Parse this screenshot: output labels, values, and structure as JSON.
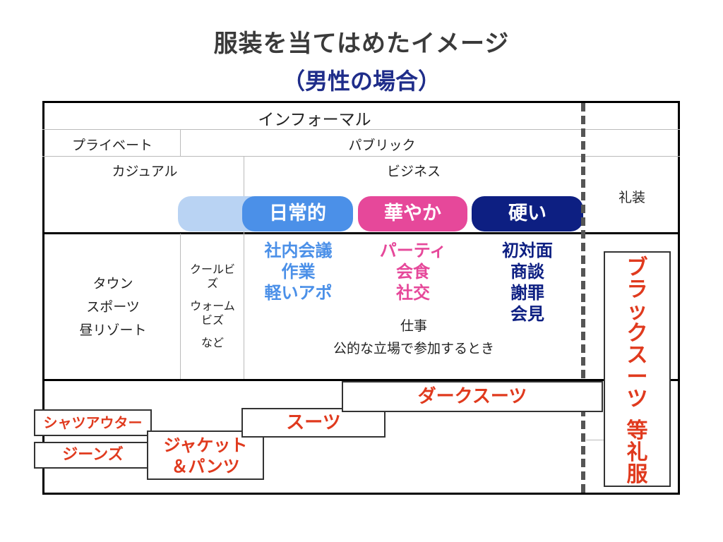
{
  "title": {
    "line1": "服装を当てはめたイメージ",
    "line2": "（男性の場合）"
  },
  "header": {
    "informal": "インフォーマル",
    "private": "プライベート",
    "public": "パブリック",
    "casual": "カジュアル",
    "business": "ビジネス",
    "formal": "礼装"
  },
  "pills": {
    "everyday": "日常的",
    "gorgeous": "華やか",
    "stiff": "硬い"
  },
  "colors": {
    "light_blue": "#b9d3f3",
    "blue": "#4b90e8",
    "pink": "#e6489a",
    "navy": "#0d1f82",
    "red": "#e03a1e"
  },
  "situations": {
    "town": "タウン",
    "sports": "スポーツ",
    "resort": "昼リゾート",
    "coolbiz_1": "クールビ",
    "coolbiz_2": "ズ",
    "warmbiz_1": "ウォーム",
    "warmbiz_2": "ビズ",
    "etc": "など",
    "everyday": [
      "社内会議",
      "作業",
      "軽いアポ"
    ],
    "gorgeous": [
      "パーティ",
      "会食",
      "社交"
    ],
    "stiff": [
      "初対面",
      "商談",
      "謝罪",
      "会見"
    ],
    "work": "仕事",
    "public_occasion": "公的な立場で参加するとき"
  },
  "garments": {
    "shirt_outer": "シャツアウター",
    "jeans": "ジーンズ",
    "jacket_1": "ジャケット",
    "jacket_2": "＆パンツ",
    "suit": "スーツ",
    "dark_suit": "ダークスーツ",
    "black_suit": [
      "ブ",
      "ラ",
      "ッ",
      "ク",
      "ス",
      "ー",
      "ツ"
    ],
    "formalwear": [
      "等",
      "礼",
      "服"
    ]
  }
}
